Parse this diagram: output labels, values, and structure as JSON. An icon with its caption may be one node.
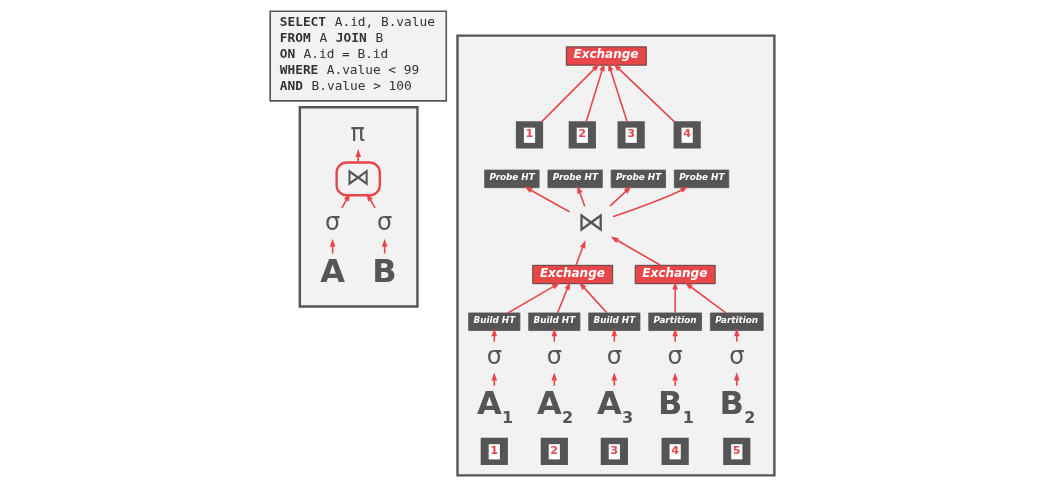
{
  "diagram": {
    "nodes": [
      {
        "text": [
          "**SELECT** A.id, B.value",
          "**FROM** A **JOIN** B",
          "**ON** A.id = B.id",
          "**WHERE** A.value < 99",
          "**AND** B.value > 100"
        ]
      },
      {
        "text": [],
        "shape": "box"
      },
      {
        "text": [
          "π"
        ],
        "in": 1
      },
      {
        "text": [
          "⋈"
        ],
        "in": 1
      },
      {
        "text": [
          "σ"
        ],
        "in": 1
      },
      {
        "text": [
          "σ"
        ],
        "in": 1
      },
      {
        "text": [
          "A"
        ],
        "in": 1
      },
      {
        "text": [
          "B"
        ],
        "in": 1
      },
      {
        "text": [],
        "shape": "box"
      },
      {
        "text": [
          "Exchange"
        ],
        "in": 8
      },
      {
        "text": [
          "1"
        ],
        "in": 8
      },
      {
        "text": [
          "2"
        ],
        "in": 8
      },
      {
        "text": [
          "3"
        ],
        "in": 8
      },
      {
        "text": [
          "4"
        ],
        "in": 8
      },
      {
        "text": [
          "Probe HT"
        ],
        "in": 8
      },
      {
        "text": [
          "Probe HT"
        ],
        "in": 8
      },
      {
        "text": [
          "Probe HT"
        ],
        "in": 8
      },
      {
        "text": [
          "Probe HT"
        ],
        "in": 8
      },
      {
        "text": [
          "⋈"
        ],
        "in": 8
      },
      {
        "text": [
          "Exchange"
        ],
        "in": 8
      },
      {
        "text": [
          "Exchange"
        ],
        "in": 8
      },
      {
        "text": [
          "Build HT"
        ],
        "in": 8
      },
      {
        "text": [
          "Build HT"
        ],
        "in": 8
      },
      {
        "text": [
          "Build HT"
        ],
        "in": 8
      },
      {
        "text": [
          "Partition"
        ],
        "in": 8
      },
      {
        "text": [
          "Partition"
        ],
        "in": 8
      },
      {
        "text": [
          "σ"
        ],
        "in": 8
      },
      {
        "text": [
          "σ"
        ],
        "in": 8
      },
      {
        "text": [
          "σ"
        ],
        "in": 8
      },
      {
        "text": [
          "σ"
        ],
        "in": 8
      },
      {
        "text": [
          "σ"
        ],
        "in": 8
      },
      {
        "text": [
          "A$_{1}$"
        ],
        "in": 8
      },
      {
        "text": [
          "A$_{2}$"
        ],
        "in": 8
      },
      {
        "text": [
          "A$_{3}$"
        ],
        "in": 8
      },
      {
        "text": [
          "B$_{1}$"
        ],
        "in": 8
      },
      {
        "text": [
          "B$_{2}$"
        ],
        "in": 8
      },
      {
        "text": [
          "1"
        ],
        "in": 8
      },
      {
        "text": [
          "2"
        ],
        "in": 8
      },
      {
        "text": [
          "3"
        ],
        "in": 8
      },
      {
        "text": [
          "4"
        ],
        "in": 8
      },
      {
        "text": [
          "5"
        ],
        "in": 8
      }
    ],
    "edges": [
      {
        "from": 6,
        "to": 4,
        "arrow": "to"
      },
      {
        "from": 7,
        "to": 5,
        "arrow": "to"
      },
      {
        "from": 4,
        "to": 3,
        "arrow": "to"
      },
      {
        "from": 5,
        "to": 3,
        "arrow": "to"
      },
      {
        "from": 3,
        "to": 2,
        "arrow": "to"
      },
      {
        "from": 10,
        "to": 9,
        "arrow": "to"
      },
      {
        "from": 11,
        "to": 9,
        "arrow": "to"
      },
      {
        "from": 12,
        "to": 9,
        "arrow": "to"
      },
      {
        "from": 13,
        "to": 9,
        "arrow": "to"
      },
      {
        "from": 18,
        "to": 14,
        "arrow": "to"
      },
      {
        "from": 18,
        "to": 15,
        "arrow": "to"
      },
      {
        "from": 18,
        "to": 16,
        "arrow": "to"
      },
      {
        "from": 18,
        "to": 17,
        "arrow": "to"
      },
      {
        "from": 19,
        "to": 18,
        "arrow": "to"
      },
      {
        "from": 20,
        "to": 18,
        "arrow": "to"
      },
      {
        "from": 21,
        "to": 19,
        "arrow": "to"
      },
      {
        "from": 22,
        "to": 19,
        "arrow": "to"
      },
      {
        "from": 23,
        "to": 19,
        "arrow": "to"
      },
      {
        "from": 24,
        "to": 20,
        "arrow": "to"
      },
      {
        "from": 25,
        "to": 20,
        "arrow": "to"
      },
      {
        "from": 26,
        "to": 21,
        "arrow": "to"
      },
      {
        "from": 27,
        "to": 22,
        "arrow": "to"
      },
      {
        "from": 28,
        "to": 23,
        "arrow": "to"
      },
      {
        "from": 29,
        "to": 24,
        "arrow": "to"
      },
      {
        "from": 30,
        "to": 25,
        "arrow": "to"
      },
      {
        "from": 31,
        "to": 26,
        "arrow": "to"
      },
      {
        "from": 32,
        "to": 27,
        "arrow": "to"
      },
      {
        "from": 33,
        "to": 28,
        "arrow": "to"
      },
      {
        "from": 34,
        "to": 29,
        "arrow": "to"
      },
      {
        "from": 35,
        "to": 30,
        "arrow": "to"
      }
    ]
  }
}
